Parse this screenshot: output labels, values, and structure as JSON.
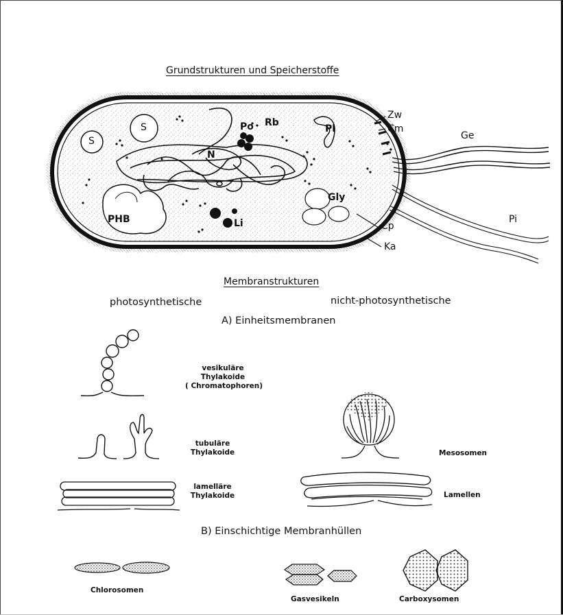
{
  "figure": {
    "title_top": "Grundstrukturen und Speicherstoffe",
    "cell_labels": {
      "zw": "Zw",
      "cm": "Cm",
      "ge": "Ge",
      "pi": "Pi",
      "cp": "Cp",
      "ka": "Ka",
      "s1": "S",
      "s2": "S",
      "po": "Po",
      "rb": "Rb",
      "pl": "Pl",
      "n": "N",
      "gly": "Gly",
      "phb": "PHB",
      "li": "Li"
    },
    "title_membranes": "Membranstrukturen",
    "photosynthetic": "photosynthetische",
    "nonphotosynthetic": "nicht-photosynthetische",
    "section_a": "A) Einheitsmembranen",
    "vesicular": [
      "vesikuläre",
      "Thylakoide",
      "( Chromatophoren)"
    ],
    "tubular": [
      "tubuläre",
      "Thylakoide"
    ],
    "lamellar": [
      "lamelläre",
      "Thylakoide"
    ],
    "mesosomes": "Mesosomen",
    "lamellae": "Lamellen",
    "section_b": "B) Einschichtige Membranhüllen",
    "chlorosomes": "Chlorosomen",
    "gas_vesicles": "Gasvesikeln",
    "carboxysomes": "Carboxysomen"
  }
}
